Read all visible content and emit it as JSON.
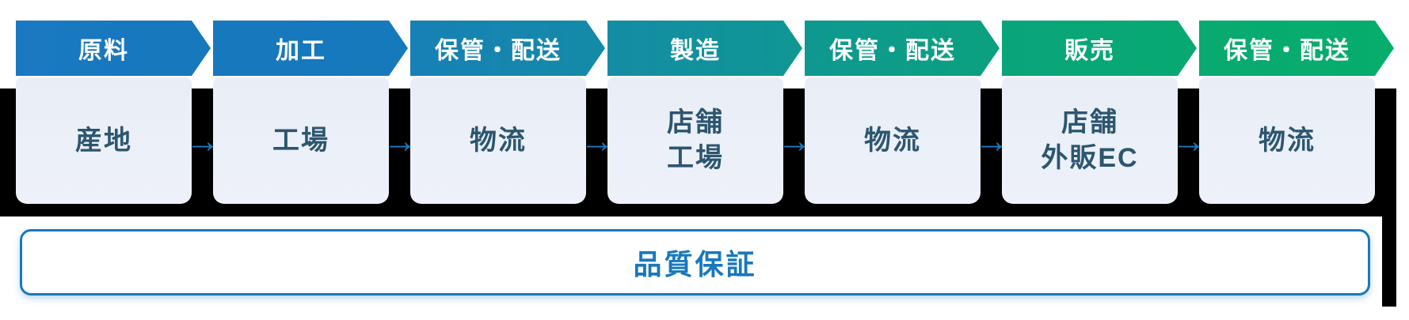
{
  "diagram": {
    "arrow_glyph": "→",
    "quality_label": "品質保証",
    "colors": {
      "accent_blue": "#1878BE",
      "band_black": "#000000",
      "box_fill": "#ECF0F8",
      "box_text": "#2C5670",
      "chevron_text": "#FFFFFF",
      "quality_border": "#1878BE",
      "quality_text": "#1878BE"
    },
    "steps": [
      {
        "phase": "原料",
        "station_lines": [
          "産地"
        ],
        "color_from": "#1A79C0",
        "color_to": "#1778BE"
      },
      {
        "phase": "加工",
        "station_lines": [
          "工場"
        ],
        "color_from": "#1778BE",
        "color_to": "#1679BC"
      },
      {
        "phase": "保管・配送",
        "station_lines": [
          "物流"
        ],
        "color_from": "#1780B6",
        "color_to": "#148BA6"
      },
      {
        "phase": "製造",
        "station_lines": [
          "店舗",
          "工場"
        ],
        "color_from": "#148CA5",
        "color_to": "#0F9794"
      },
      {
        "phase": "保管・配送",
        "station_lines": [
          "物流"
        ],
        "color_from": "#0F9891",
        "color_to": "#0BA17F"
      },
      {
        "phase": "販売",
        "station_lines": [
          "店舗",
          "外販EC"
        ],
        "color_from": "#0AA47B",
        "color_to": "#08A972"
      },
      {
        "phase": "保管・配送",
        "station_lines": [
          "物流"
        ],
        "color_from": "#08AA71",
        "color_to": "#06AD6C"
      }
    ]
  }
}
